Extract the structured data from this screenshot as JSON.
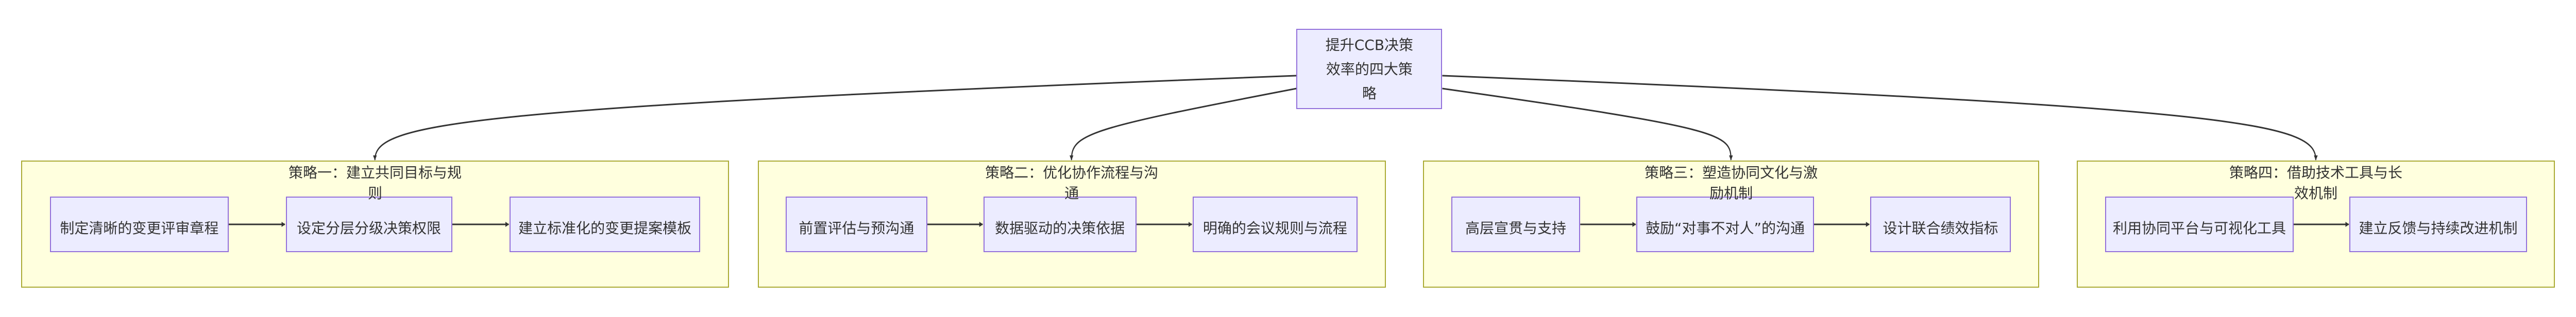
{
  "root": {
    "label": "提升CCB决策效率的四大策略"
  },
  "strategies": [
    {
      "title": "策略一：建立共同目标与规则",
      "steps": [
        "制定清晰的变更评审章程",
        "设定分层分级决策权限",
        "建立标准化的变更提案模板"
      ]
    },
    {
      "title": "策略二：优化协作流程与沟通",
      "steps": [
        "前置评估与预沟通",
        "数据驱动的决策依据",
        "明确的会议规则与流程"
      ]
    },
    {
      "title": "策略三：塑造协同文化与激励机制",
      "steps": [
        "高层宣贯与支持",
        "鼓励“对事不对人”的沟通",
        "设计联合绩效指标"
      ]
    },
    {
      "title": "策略四：借助技术工具与长效机制",
      "steps": [
        "利用协同平台与可视化工具",
        "建立反馈与持续改进机制"
      ]
    }
  ],
  "colors": {
    "node_fill": "#ececff",
    "node_border": "#9370db",
    "cluster_fill": "#ffffde",
    "cluster_border": "#aaaa33",
    "edge": "#333333"
  }
}
